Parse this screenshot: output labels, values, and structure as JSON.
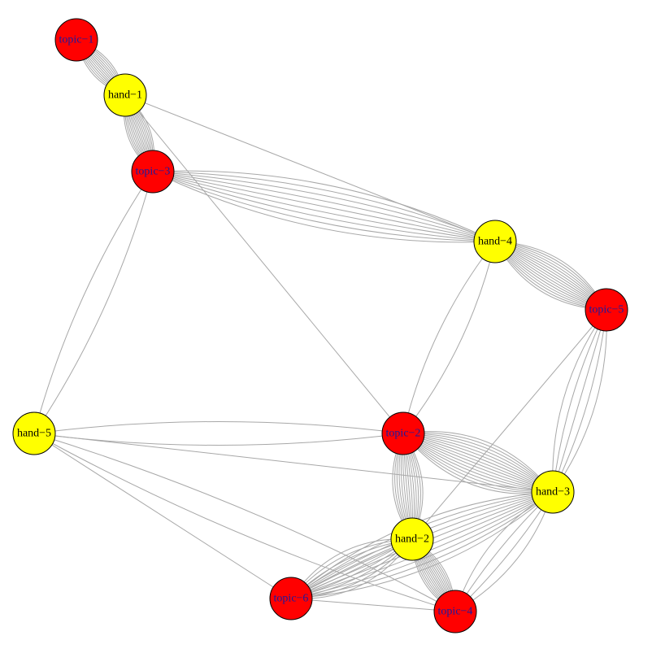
{
  "colors": {
    "background": "#ffffff",
    "edge": "#a8a8a8",
    "node_border": "#000000",
    "topic_fill": "#ff0000",
    "hand_fill": "#ffff00",
    "topic_label": "#1a1aa0",
    "hand_label": "#000000"
  },
  "nodes": [
    {
      "id": "topic-1",
      "label": "topic−1",
      "kind": "topic"
    },
    {
      "id": "hand-1",
      "label": "hand−1",
      "kind": "hand"
    },
    {
      "id": "topic-3",
      "label": "topic−3",
      "kind": "topic"
    },
    {
      "id": "hand-4",
      "label": "hand−4",
      "kind": "hand"
    },
    {
      "id": "topic-5",
      "label": "topic−5",
      "kind": "topic"
    },
    {
      "id": "hand-5",
      "label": "hand−5",
      "kind": "hand"
    },
    {
      "id": "topic-2",
      "label": "topic−2",
      "kind": "topic"
    },
    {
      "id": "hand-3",
      "label": "hand−3",
      "kind": "hand"
    },
    {
      "id": "hand-2",
      "label": "hand−2",
      "kind": "hand"
    },
    {
      "id": "topic-6",
      "label": "topic−6",
      "kind": "topic"
    },
    {
      "id": "topic-4",
      "label": "topic−4",
      "kind": "topic"
    }
  ],
  "edges": [
    {
      "source": "topic-1",
      "target": "hand-1",
      "count": 12
    },
    {
      "source": "hand-1",
      "target": "topic-3",
      "count": 14
    },
    {
      "source": "hand-1",
      "target": "hand-4",
      "count": 1
    },
    {
      "source": "hand-1",
      "target": "topic-2",
      "count": 1
    },
    {
      "source": "topic-3",
      "target": "hand-4",
      "count": 9
    },
    {
      "source": "topic-3",
      "target": "hand-5",
      "count": 2
    },
    {
      "source": "hand-4",
      "target": "topic-5",
      "count": 16
    },
    {
      "source": "hand-4",
      "target": "topic-2",
      "count": 2
    },
    {
      "source": "topic-5",
      "target": "hand-3",
      "count": 5
    },
    {
      "source": "topic-5",
      "target": "hand-2",
      "count": 1
    },
    {
      "source": "hand-5",
      "target": "topic-2",
      "count": 2
    },
    {
      "source": "hand-5",
      "target": "topic-6",
      "count": 1
    },
    {
      "source": "hand-5",
      "target": "topic-4",
      "count": 2
    },
    {
      "source": "hand-5",
      "target": "hand-3",
      "count": 1
    },
    {
      "source": "topic-2",
      "target": "hand-3",
      "count": 16
    },
    {
      "source": "topic-2",
      "target": "hand-2",
      "count": 14
    },
    {
      "source": "hand-3",
      "target": "topic-6",
      "count": 10
    },
    {
      "source": "hand-3",
      "target": "topic-4",
      "count": 4
    },
    {
      "source": "hand-2",
      "target": "topic-6",
      "count": 10
    },
    {
      "source": "hand-2",
      "target": "topic-4",
      "count": 14
    },
    {
      "source": "topic-6",
      "target": "topic-4",
      "count": 1
    }
  ]
}
